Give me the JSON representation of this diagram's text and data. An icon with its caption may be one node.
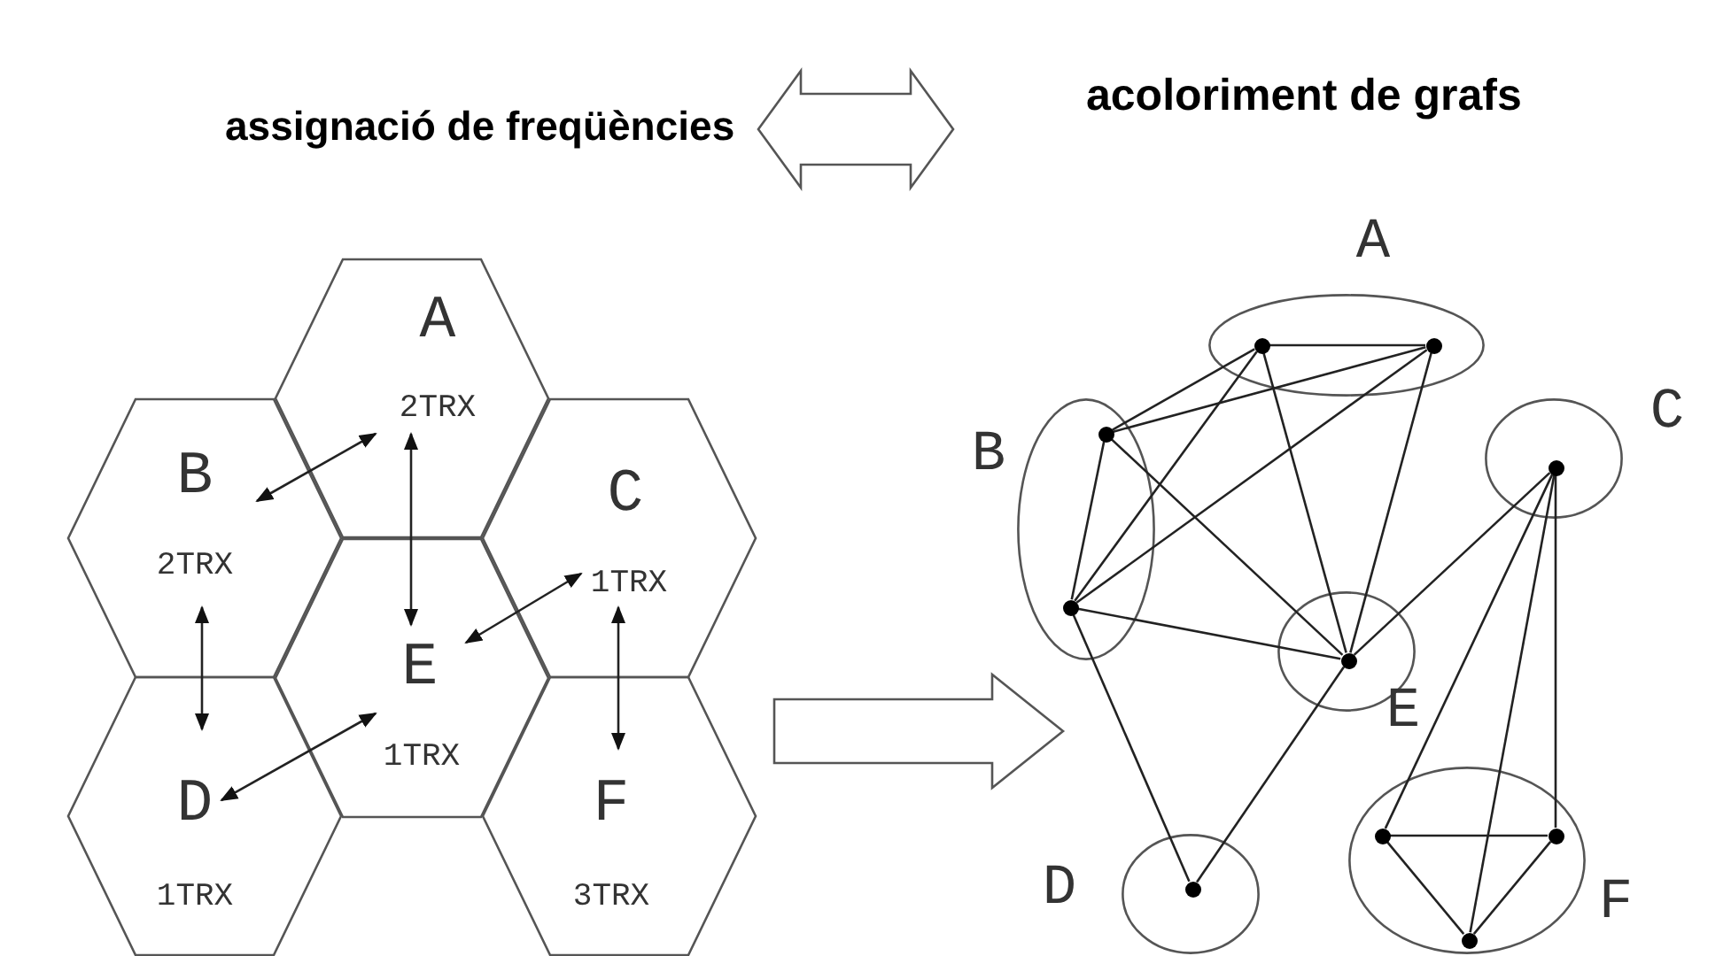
{
  "diagram": {
    "nodes": [
      {
        "text": [
          "assignació de freqüències"
        ]
      },
      {
        "text": [
          "acoloriment de grafs"
        ]
      },
      {
        "text": [
          "A",
          "2TRX"
        ]
      },
      {
        "text": [
          "B",
          "2TRX"
        ]
      },
      {
        "text": [
          "C",
          "1TRX"
        ]
      },
      {
        "text": [
          "E",
          "1TRX"
        ]
      },
      {
        "text": [
          "D",
          "1TRX"
        ]
      },
      {
        "text": [
          "F",
          "3TRX"
        ]
      },
      {
        "text": [
          "A"
        ]
      },
      {
        "text": [],
        "shape": "circle",
        "in": 8
      },
      {
        "text": [],
        "shape": "circle",
        "in": 8
      },
      {
        "text": [
          "B"
        ]
      },
      {
        "text": [],
        "shape": "circle",
        "in": 11
      },
      {
        "text": [],
        "shape": "circle",
        "in": 11
      },
      {
        "text": [
          "C"
        ]
      },
      {
        "text": [],
        "shape": "circle",
        "in": 14
      },
      {
        "text": [
          "E"
        ]
      },
      {
        "text": [],
        "shape": "circle",
        "in": 16
      },
      {
        "text": [
          "D"
        ]
      },
      {
        "text": [],
        "shape": "circle",
        "in": 18
      },
      {
        "text": [
          "F"
        ]
      },
      {
        "text": [],
        "shape": "circle",
        "in": 20
      },
      {
        "text": [],
        "shape": "circle",
        "in": 20
      },
      {
        "text": [],
        "shape": "circle",
        "in": 20
      }
    ],
    "edges": [
      {
        "from": 0,
        "to": 1,
        "arrow": "both"
      },
      {
        "from": 2,
        "to": 3,
        "arrow": "both"
      },
      {
        "from": 2,
        "to": 5,
        "arrow": "both"
      },
      {
        "from": 4,
        "to": 5,
        "arrow": "both"
      },
      {
        "from": 3,
        "to": 6,
        "arrow": "both"
      },
      {
        "from": 6,
        "to": 5,
        "arrow": "both"
      },
      {
        "from": 4,
        "to": 7,
        "arrow": "both"
      },
      {
        "from": 7,
        "to": null,
        "arrow": "to"
      },
      {
        "from": 9,
        "to": 10,
        "arrow": "none"
      },
      {
        "from": 9,
        "to": 12,
        "arrow": "none"
      },
      {
        "from": 10,
        "to": 12,
        "arrow": "none"
      },
      {
        "from": 9,
        "to": 13,
        "arrow": "none"
      },
      {
        "from": 10,
        "to": 13,
        "arrow": "none"
      },
      {
        "from": 9,
        "to": 17,
        "arrow": "none"
      },
      {
        "from": 10,
        "to": 17,
        "arrow": "none"
      },
      {
        "from": 12,
        "to": 13,
        "arrow": "none"
      },
      {
        "from": 12,
        "to": 17,
        "arrow": "none"
      },
      {
        "from": 13,
        "to": 17,
        "arrow": "none"
      },
      {
        "from": 13,
        "to": 19,
        "arrow": "none"
      },
      {
        "from": 17,
        "to": 19,
        "arrow": "none"
      },
      {
        "from": 15,
        "to": 17,
        "arrow": "none"
      },
      {
        "from": 15,
        "to": 21,
        "arrow": "none"
      },
      {
        "from": 15,
        "to": 23,
        "arrow": "none"
      },
      {
        "from": 15,
        "to": 22,
        "arrow": "none"
      },
      {
        "from": 21,
        "to": 22,
        "arrow": "none"
      },
      {
        "from": 21,
        "to": 23,
        "arrow": "none"
      },
      {
        "from": 22,
        "to": 23,
        "arrow": "none"
      }
    ]
  }
}
